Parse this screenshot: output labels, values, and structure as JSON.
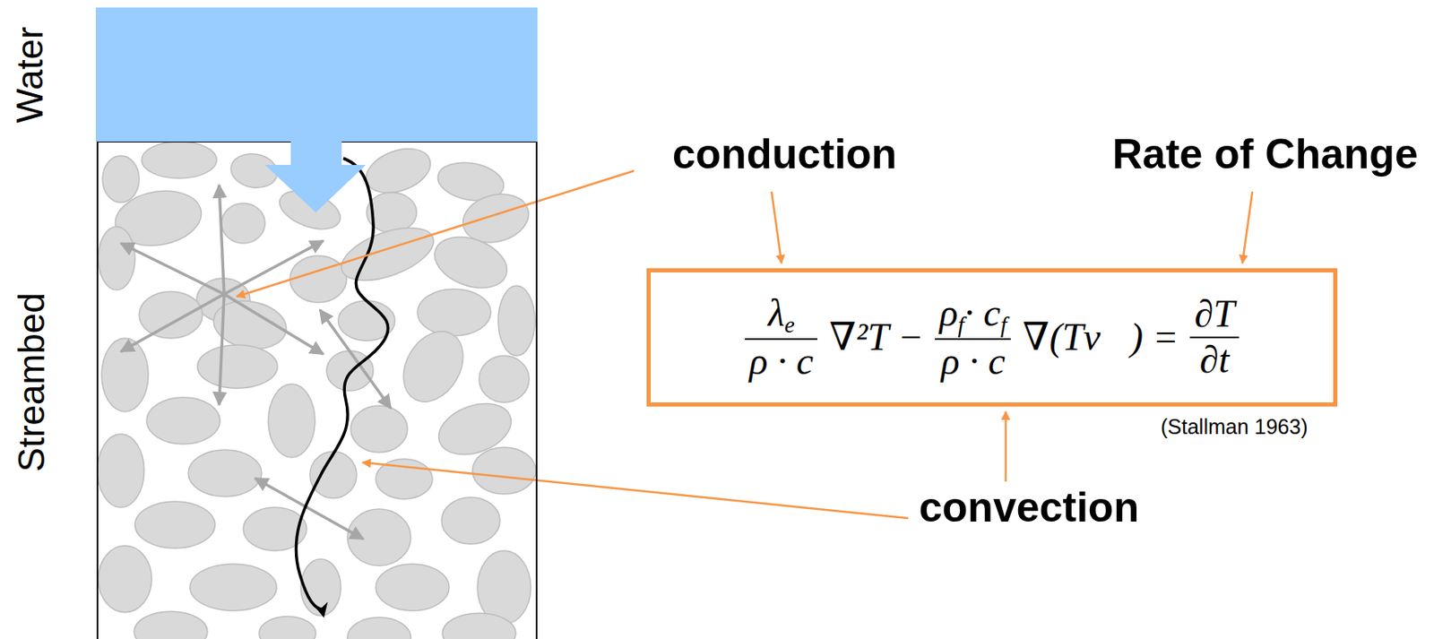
{
  "diagram": {
    "nodes": [
      {
        "text": [
          "Water"
        ]
      },
      {
        "text": [
          "Streambed"
        ]
      },
      {
        "text": [
          "λ",
          "e",
          "ρ · c",
          "∇²T −",
          "ρ",
          "f",
          "· c",
          "f",
          "ρ · c",
          "∇(Tv⃗) =",
          "∂T",
          "∂t"
        ]
      }
    ],
    "labels": [
      "conduction",
      "Rate of Change",
      "convection",
      "(Stallman 1963)"
    ]
  }
}
